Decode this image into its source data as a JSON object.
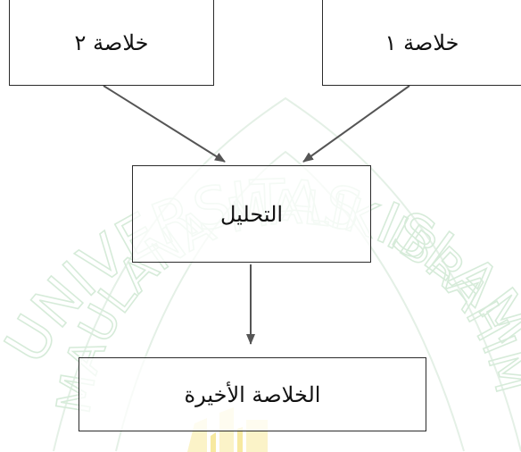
{
  "diagram": {
    "nodes": [
      {
        "id": "summary-2",
        "label": "خلاصة ٢"
      },
      {
        "id": "summary-1",
        "label": "خلاصة ١"
      },
      {
        "id": "analysis",
        "label": "التحليل"
      },
      {
        "id": "final",
        "label": "الخلاصة الأخيرة"
      }
    ],
    "edges": [
      {
        "from": "summary-2",
        "to": "analysis"
      },
      {
        "from": "summary-1",
        "to": "analysis"
      },
      {
        "from": "analysis",
        "to": "final"
      }
    ],
    "colors": {
      "stroke": "#555555",
      "text": "#111111",
      "watermark": "#d6ebd9"
    }
  },
  "watermark": {
    "line1": "UNIVERSITAS ISLAM",
    "line2": "MAULANA MALIK IBRAHIM"
  }
}
